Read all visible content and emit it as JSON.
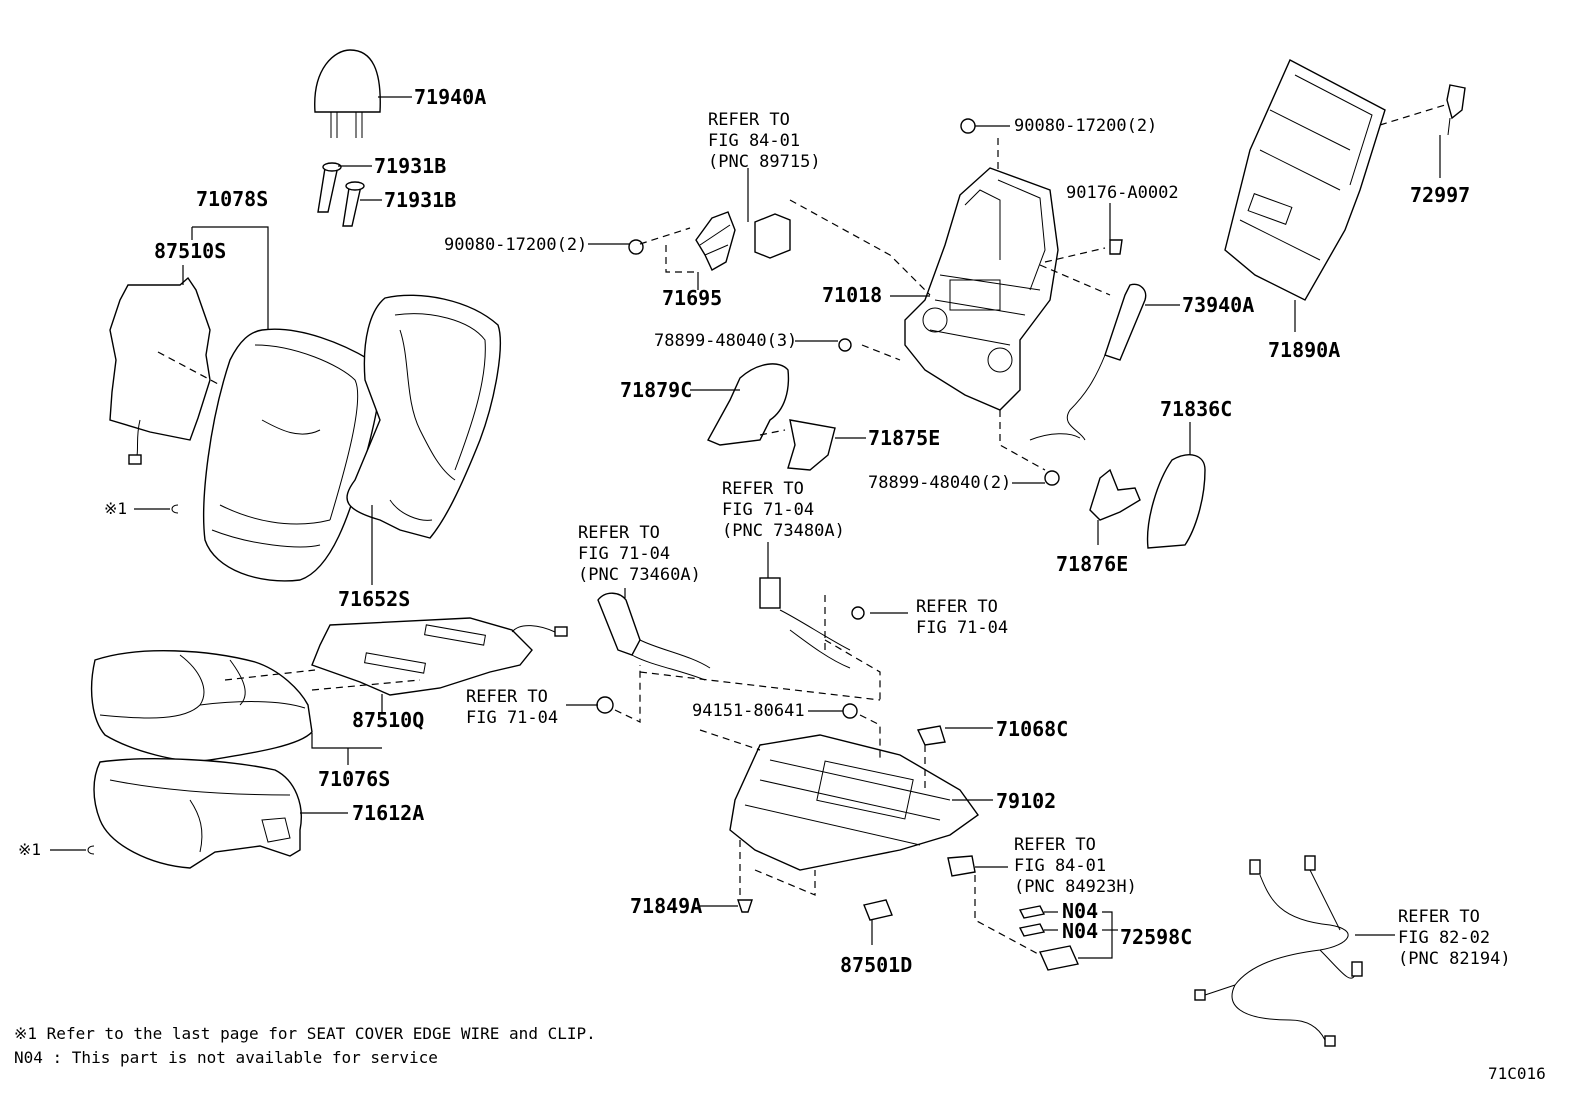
{
  "labels": {
    "p71940A": "71940A",
    "p71931B_1": "71931B",
    "p71931B_2": "71931B",
    "p71078S": "71078S",
    "p87510S": "87510S",
    "p71652S": "71652S",
    "p87510Q": "87510Q",
    "p71076S": "71076S",
    "p71612A": "71612A",
    "p90080_a": "90080-17200(2)",
    "p71695": "71695",
    "p90080_b": "90080-17200(2)",
    "p90176": "90176-A0002",
    "p71018": "71018",
    "p73940A": "73940A",
    "p78899_a": "78899-48040(3)",
    "p71879C": "71879C",
    "p71875E": "71875E",
    "p78899_b": "78899-48040(2)",
    "p71876E": "71876E",
    "p71836C": "71836C",
    "p71890A": "71890A",
    "p72997": "72997",
    "p94151": "94151-80641",
    "p71068C": "71068C",
    "p79102": "79102",
    "p71849A": "71849A",
    "p87501D": "87501D",
    "p72598C": "72598C",
    "pN04_1": "N04",
    "pN04_2": "N04",
    "clip1": "※1",
    "clip2": "※1"
  },
  "refs": {
    "r8401a": [
      "REFER TO",
      "FIG 84-01",
      "(PNC 89715)"
    ],
    "r7104a": [
      "REFER TO",
      "FIG 71-04",
      "(PNC 73480A)"
    ],
    "r7104b": [
      "REFER TO",
      "FIG 71-04",
      "(PNC 73460A)"
    ],
    "r7104c": [
      "REFER TO",
      "FIG 71-04"
    ],
    "r7104d": [
      "REFER TO",
      "FIG 71-04"
    ],
    "r8401b": [
      "REFER TO",
      "FIG 84-01",
      "(PNC 84923H)"
    ],
    "r8202": [
      "REFER TO",
      "FIG 82-02",
      "(PNC 82194)"
    ]
  },
  "notes": {
    "n1": "※1  Refer to the last page for SEAT COVER EDGE WIRE and CLIP.",
    "n2": "N04 : This part is not available for service"
  },
  "figure_code": "71C016"
}
